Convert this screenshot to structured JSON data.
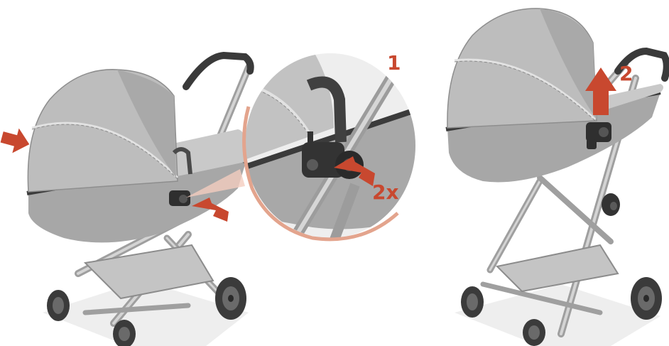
{
  "labels": {
    "step1": "1",
    "step2x": "2x",
    "step2": "2"
  },
  "colors": {
    "accent_red": "#c8482f",
    "callout_ring": "#e3a48d",
    "canopy": "#b9b9b9",
    "canopy_light": "#cfcfcf",
    "frame_dark": "#3c3c3c",
    "frame_silver": "#a9a9a9",
    "ground_shadow": "#ededed"
  }
}
